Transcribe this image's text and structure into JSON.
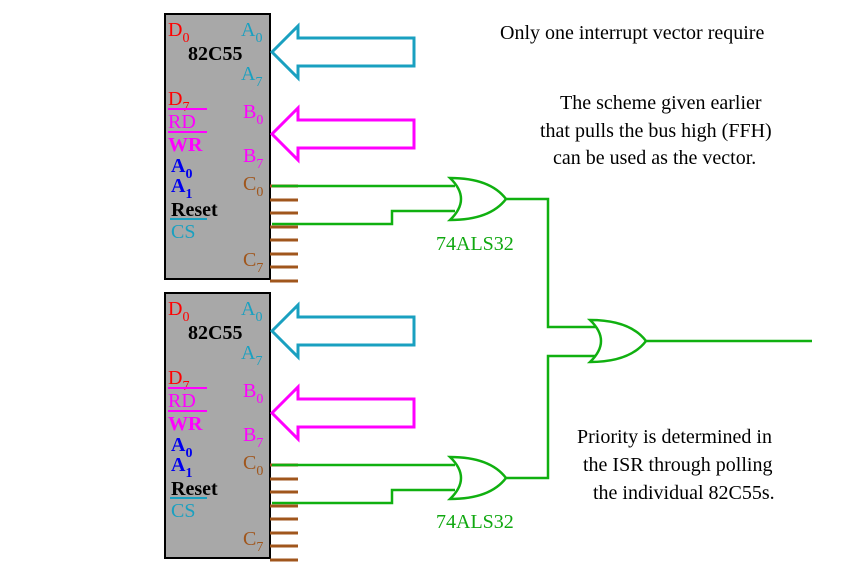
{
  "colors": {
    "chip_fill": "#a8a8a8",
    "red": "#ff0000",
    "cyan": "#1aa0c0",
    "magenta": "#ff00ff",
    "blue": "#0000ee",
    "brown": "#a0561c",
    "green": "#10b010",
    "black": "#000000"
  },
  "chips": [
    {
      "name": "82C55",
      "pins_left": {
        "d0": "D",
        "d0_sub": "0",
        "d7": "D",
        "d7_sub": "7",
        "rd": "RD",
        "wr": "WR",
        "a0": "A",
        "a0_sub": "0",
        "a1": "A",
        "a1_sub": "1",
        "reset": "Reset",
        "cs": "CS"
      },
      "pins_right": {
        "pa0": "A",
        "pa0_sub": "0",
        "pa7": "A",
        "pa7_sub": "7",
        "pb0": "B",
        "pb0_sub": "0",
        "pb7": "B",
        "pb7_sub": "7",
        "pc0": "C",
        "pc0_sub": "0",
        "pc7": "C",
        "pc7_sub": "7"
      }
    },
    {
      "name": "82C55",
      "pins_left": {
        "d0": "D",
        "d0_sub": "0",
        "d7": "D",
        "d7_sub": "7",
        "rd": "RD",
        "wr": "WR",
        "a0": "A",
        "a0_sub": "0",
        "a1": "A",
        "a1_sub": "1",
        "reset": "Reset",
        "cs": "CS"
      },
      "pins_right": {
        "pa0": "A",
        "pa0_sub": "0",
        "pa7": "A",
        "pa7_sub": "7",
        "pb0": "B",
        "pb0_sub": "0",
        "pb7": "B",
        "pb7_sub": "7",
        "pc0": "C",
        "pc0_sub": "0",
        "pc7": "C",
        "pc7_sub": "7"
      }
    }
  ],
  "gates": [
    "74ALS32",
    "74ALS32"
  ],
  "notes": {
    "vector": "Only one interrupt vector require",
    "scheme": [
      "The scheme given earlier",
      "that pulls the bus high (FFH)",
      "can be used as the vector."
    ],
    "priority": [
      "Priority is determined in",
      "the ISR through polling",
      "the individual 82C55s."
    ]
  }
}
